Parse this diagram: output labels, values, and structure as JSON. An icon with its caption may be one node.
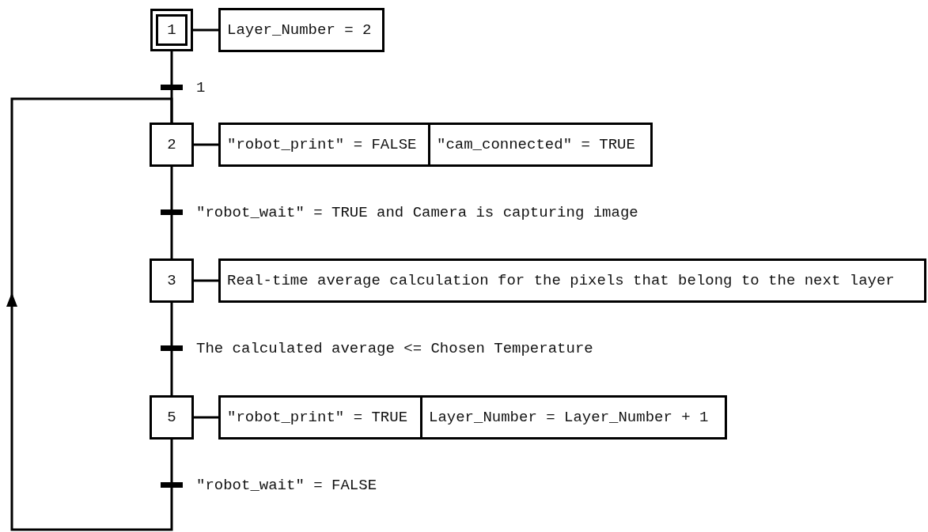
{
  "diagram": {
    "nodes": [
      {
        "text": [
          "1"
        ]
      },
      {
        "text": [
          "Layer_Number = 2"
        ]
      },
      {
        "text": [],
        "shape": "bar",
        "beside": [
          "1"
        ]
      },
      {
        "text": [
          "2"
        ]
      },
      {
        "text": [
          "\"robot_print\" = FALSE"
        ]
      },
      {
        "text": [
          "\"cam_connected\" = TRUE"
        ]
      },
      {
        "text": [],
        "shape": "bar",
        "beside": [
          "\"robot_wait\" = TRUE and Camera is capturing image"
        ]
      },
      {
        "text": [
          "3"
        ]
      },
      {
        "text": [
          "Real-time average calculation for the pixels that belong to the next layer"
        ]
      },
      {
        "text": [],
        "shape": "bar",
        "beside": [
          "The calculated average <= Chosen Temperature"
        ]
      },
      {
        "text": [
          "5"
        ]
      },
      {
        "text": [
          "\"robot_print\" = TRUE"
        ]
      },
      {
        "text": [
          "Layer_Number = Layer_Number + 1"
        ]
      },
      {
        "text": [],
        "shape": "bar",
        "beside": [
          "\"robot_wait\" = FALSE"
        ]
      }
    ],
    "edges": [
      {
        "from": 0,
        "to": 1,
        "arrow": "none"
      },
      {
        "from": 0,
        "to": 2,
        "arrow": "none"
      },
      {
        "from": 2,
        "to": 3,
        "arrow": "none"
      },
      {
        "from": 3,
        "to": 4,
        "arrow": "none"
      },
      {
        "from": 3,
        "to": 6,
        "arrow": "none"
      },
      {
        "from": 6,
        "to": 7,
        "arrow": "none"
      },
      {
        "from": 7,
        "to": 8,
        "arrow": "none"
      },
      {
        "from": 7,
        "to": 9,
        "arrow": "none"
      },
      {
        "from": 9,
        "to": 10,
        "arrow": "none"
      },
      {
        "from": 10,
        "to": 11,
        "arrow": "none"
      },
      {
        "from": 10,
        "to": 13,
        "arrow": "none"
      },
      {
        "from": 13,
        "to": 3,
        "arrow": "to"
      }
    ]
  }
}
